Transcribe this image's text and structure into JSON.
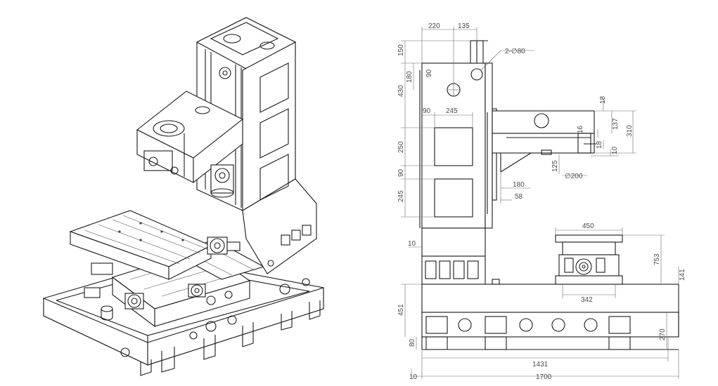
{
  "dimensions": {
    "d220": "220",
    "d135": "135",
    "d2phi80": "2-∅80",
    "d150": "150",
    "d180v": "180",
    "d90v": "90",
    "d430": "430",
    "d90h": "90",
    "d245h": "245",
    "d250": "250",
    "d90v2": "90",
    "d245v": "245",
    "d18a": "18",
    "d137": "137",
    "d310": "310",
    "d16": "16",
    "d18b": "18",
    "d10r": "10",
    "d125": "125",
    "dphi200": "∅200",
    "d180h": "180",
    "d58": "58",
    "d450": "450",
    "d10l": "10",
    "d753": "753",
    "d141": "141",
    "d342": "342",
    "d451": "451",
    "d270": "270",
    "d80": "80",
    "d1431": "1431",
    "d10b": "10",
    "d1700": "1700"
  },
  "colors": {
    "line": "#1a1a1a",
    "dimension": "#6a6a6a",
    "background": "#ffffff"
  }
}
